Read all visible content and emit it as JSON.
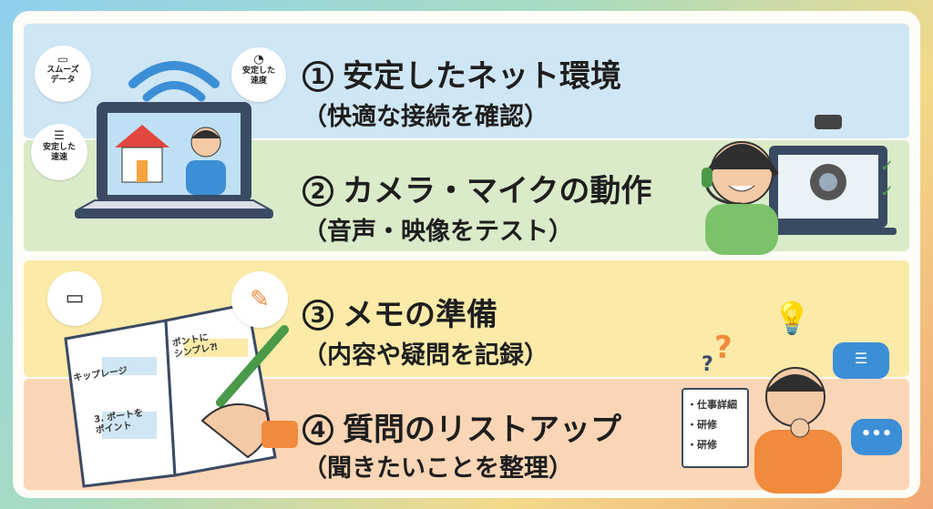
{
  "sections": [
    {
      "num": "1",
      "title": "安定したネット環境",
      "sub": "（快適な接続を確認）"
    },
    {
      "num": "2",
      "title": "カメラ・マイクの動作",
      "sub": "（音声・映像をテスト）"
    },
    {
      "num": "3",
      "title": "メモの準備",
      "sub": "（内容や疑問を記録）"
    },
    {
      "num": "4",
      "title": "質問のリストアップ",
      "sub": "（聞きたいことを整理）"
    }
  ],
  "labels": {
    "smooth_data": "スムーズ\nデータ",
    "stable_speed_top": "安定した\n速度",
    "stable_speed_left": "安定した\n速速",
    "note_keyphrase": "キップレージ",
    "note_point_simple": "ポントに\nシンプレ⁈",
    "note_point3": "3. ポートを\nポイント",
    "checklist": [
      "・仕事詳細",
      "・研修",
      "・研修"
    ]
  },
  "colors": {
    "band1": "#cfe6f4",
    "band2": "#d9ebc9",
    "band3": "#fbeaa8",
    "band4": "#fbd6b6",
    "accent_blue": "#3c8fd6",
    "accent_orange": "#f08a3c",
    "accent_green": "#4a9a4a"
  },
  "icons": [
    "laptop-icon",
    "wifi-icon",
    "house-icon",
    "database-icon",
    "speedometer-icon",
    "headset-person-icon",
    "webcam-icon",
    "check-icon",
    "notebook-icon",
    "pencil-icon",
    "lightbulb-icon",
    "question-icon",
    "chat-bubble-icon",
    "thinking-person-icon"
  ]
}
